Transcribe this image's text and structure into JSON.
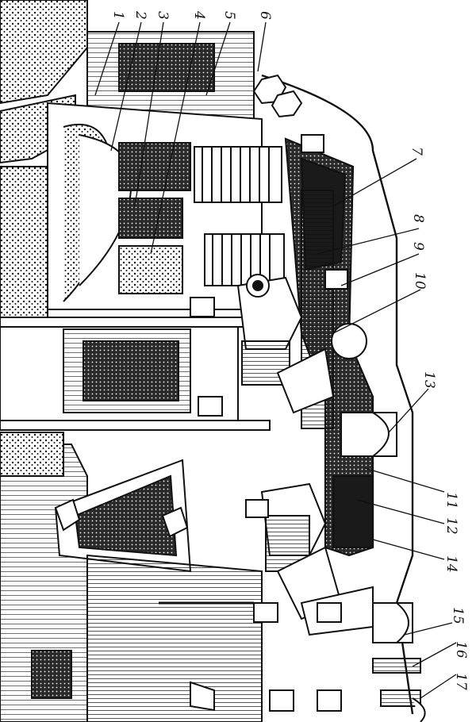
{
  "figure": {
    "kind": "engraved cutaway drawing of an engine cylinder head with valve springs and rocker arms (drawn rotated 90 degrees)",
    "ink_color": "#111111",
    "paper_color": "#ffffff"
  },
  "callouts": [
    {
      "id": "c1",
      "label": "1"
    },
    {
      "id": "c2",
      "label": "2"
    },
    {
      "id": "c3",
      "label": "3"
    },
    {
      "id": "c4",
      "label": "4"
    },
    {
      "id": "c5",
      "label": "5"
    },
    {
      "id": "c6",
      "label": "6"
    },
    {
      "id": "c7",
      "label": "7"
    },
    {
      "id": "c8",
      "label": "8"
    },
    {
      "id": "c9",
      "label": "9"
    },
    {
      "id": "c10",
      "label": "10"
    },
    {
      "id": "c13",
      "label": "13"
    },
    {
      "id": "c11",
      "label": "11"
    },
    {
      "id": "c12",
      "label": "12"
    },
    {
      "id": "c14",
      "label": "14"
    },
    {
      "id": "c15",
      "label": "15"
    },
    {
      "id": "c16",
      "label": "16"
    },
    {
      "id": "c17",
      "label": "17"
    }
  ]
}
